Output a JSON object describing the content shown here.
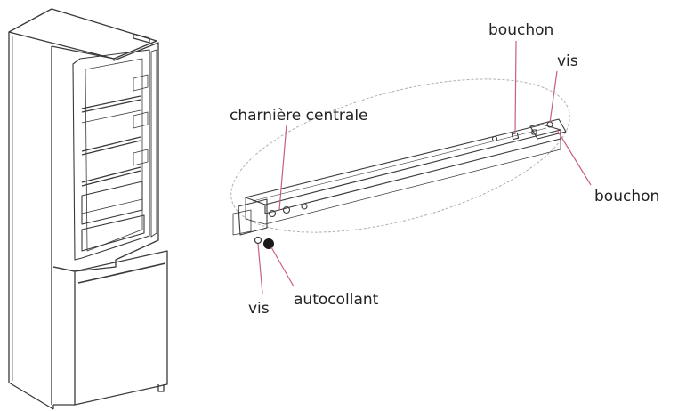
{
  "labels": {
    "charniere_centrale": "charnière centrale",
    "bouchon_top": "bouchon",
    "vis_top": "vis",
    "bouchon_right": "bouchon",
    "vis_bottom": "vis",
    "autocollant": "autocollant"
  },
  "colors": {
    "outline": "#3a3a3a",
    "leader_line": "#c8607a",
    "ellipse": "#b0b0b0",
    "dark_part": "#1a1a1a"
  }
}
